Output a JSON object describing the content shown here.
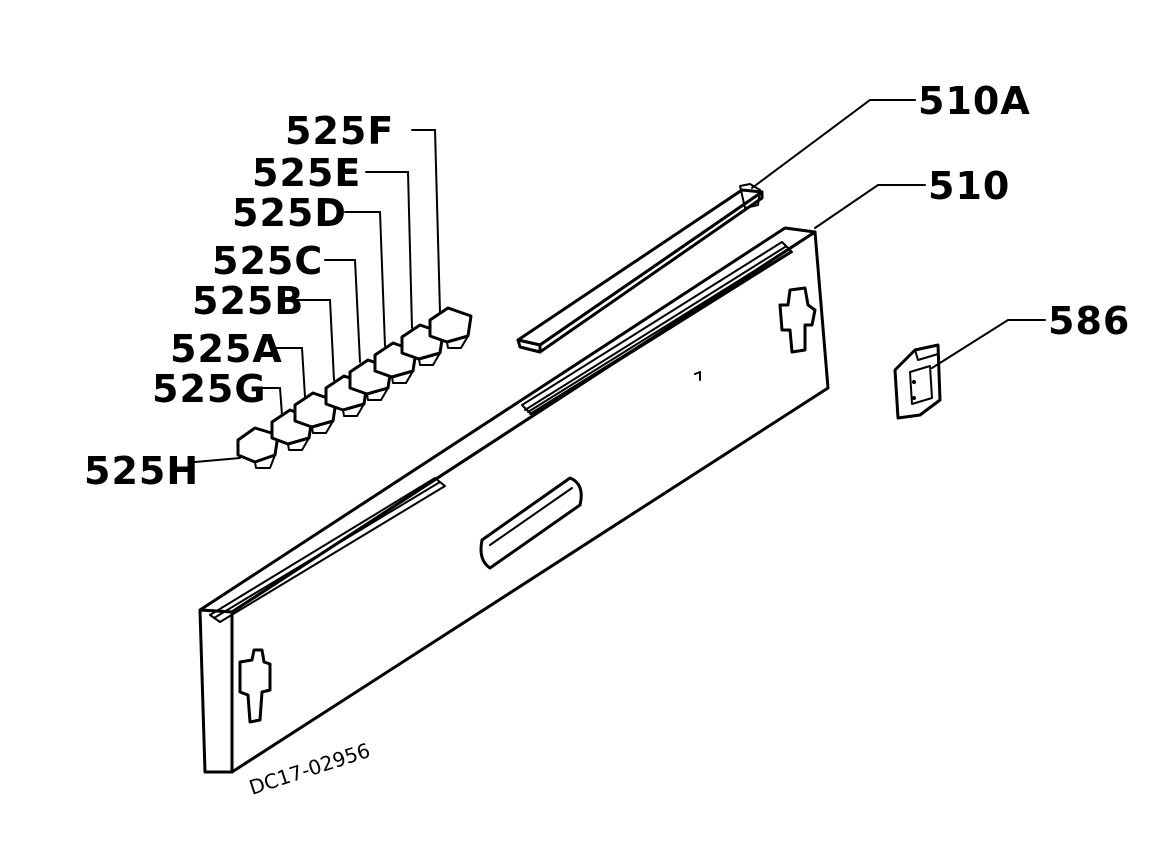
{
  "labels": {
    "panel_slide": "510A",
    "panel": "510",
    "bracket": "586",
    "button_f": "525F",
    "button_e": "525E",
    "button_d": "525D",
    "button_c": "525C",
    "button_b": "525B",
    "button_a": "525A",
    "button_g": "525G",
    "button_h": "525H"
  },
  "drawing_number": "DC17-02956",
  "colors": {
    "line": "#000000",
    "background": "#ffffff"
  }
}
